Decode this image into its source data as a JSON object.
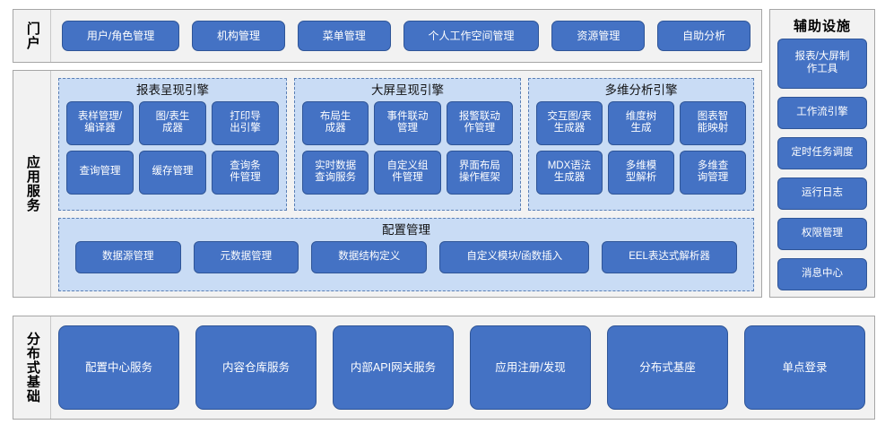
{
  "portal": {
    "label": "门户",
    "items": [
      {
        "label": "用户/角色管理"
      },
      {
        "label": "机构管理"
      },
      {
        "label": "菜单管理"
      },
      {
        "label": "个人工作空间管理"
      },
      {
        "label": "资源管理"
      },
      {
        "label": "自助分析"
      }
    ]
  },
  "aux": {
    "title": "辅助设施",
    "items": [
      {
        "label": "报表/大屏制\n作工具"
      },
      {
        "label": "工作流引擎"
      },
      {
        "label": "定时任务调度"
      },
      {
        "label": "运行日志"
      },
      {
        "label": "权限管理"
      },
      {
        "label": "消息中心"
      }
    ]
  },
  "app_services": {
    "label": "应用服务",
    "groups": [
      {
        "title": "报表呈现引擎",
        "items": [
          {
            "label": "表样管理/\n编译器"
          },
          {
            "label": "图/表生\n成器"
          },
          {
            "label": "打印导\n出引擎"
          },
          {
            "label": "查询管理"
          },
          {
            "label": "缓存管理"
          },
          {
            "label": "查询条\n件管理"
          }
        ]
      },
      {
        "title": "大屏呈现引擎",
        "items": [
          {
            "label": "布局生\n成器"
          },
          {
            "label": "事件联动\n管理"
          },
          {
            "label": "报警联动\n作管理"
          },
          {
            "label": "实时数据\n查询服务"
          },
          {
            "label": "自定义组\n件管理"
          },
          {
            "label": "界面布局\n操作框架"
          }
        ]
      },
      {
        "title": "多维分析引擎",
        "items": [
          {
            "label": "交互图/表\n生成器"
          },
          {
            "label": "维度树\n生成"
          },
          {
            "label": "图表智\n能映射"
          },
          {
            "label": "MDX语法\n生成器"
          },
          {
            "label": "多维模\n型解析"
          },
          {
            "label": "多维查\n询管理"
          }
        ]
      }
    ],
    "config": {
      "title": "配置管理",
      "items": [
        {
          "label": "数据源管理"
        },
        {
          "label": "元数据管理"
        },
        {
          "label": "数据结构定义"
        },
        {
          "label": "自定义模块/函数插入"
        },
        {
          "label": "EEL表达式解析器"
        }
      ]
    }
  },
  "distributed": {
    "label": "分布式基础",
    "items": [
      {
        "label": "配置中心服务"
      },
      {
        "label": "内容仓库服务"
      },
      {
        "label": "内部API网关服务"
      },
      {
        "label": "应用注册/发现"
      },
      {
        "label": "分布式基座"
      },
      {
        "label": "单点登录"
      }
    ]
  },
  "colors": {
    "button_fill": "#4472C4",
    "button_border": "#2F5597",
    "panel_bg": "#F2F2F2",
    "panel_border": "#A6A6A6",
    "group_bg": "#C9DCF5",
    "group_border": "#5A7FB5",
    "text_dark": "#000000",
    "text_light": "#FFFFFF"
  }
}
